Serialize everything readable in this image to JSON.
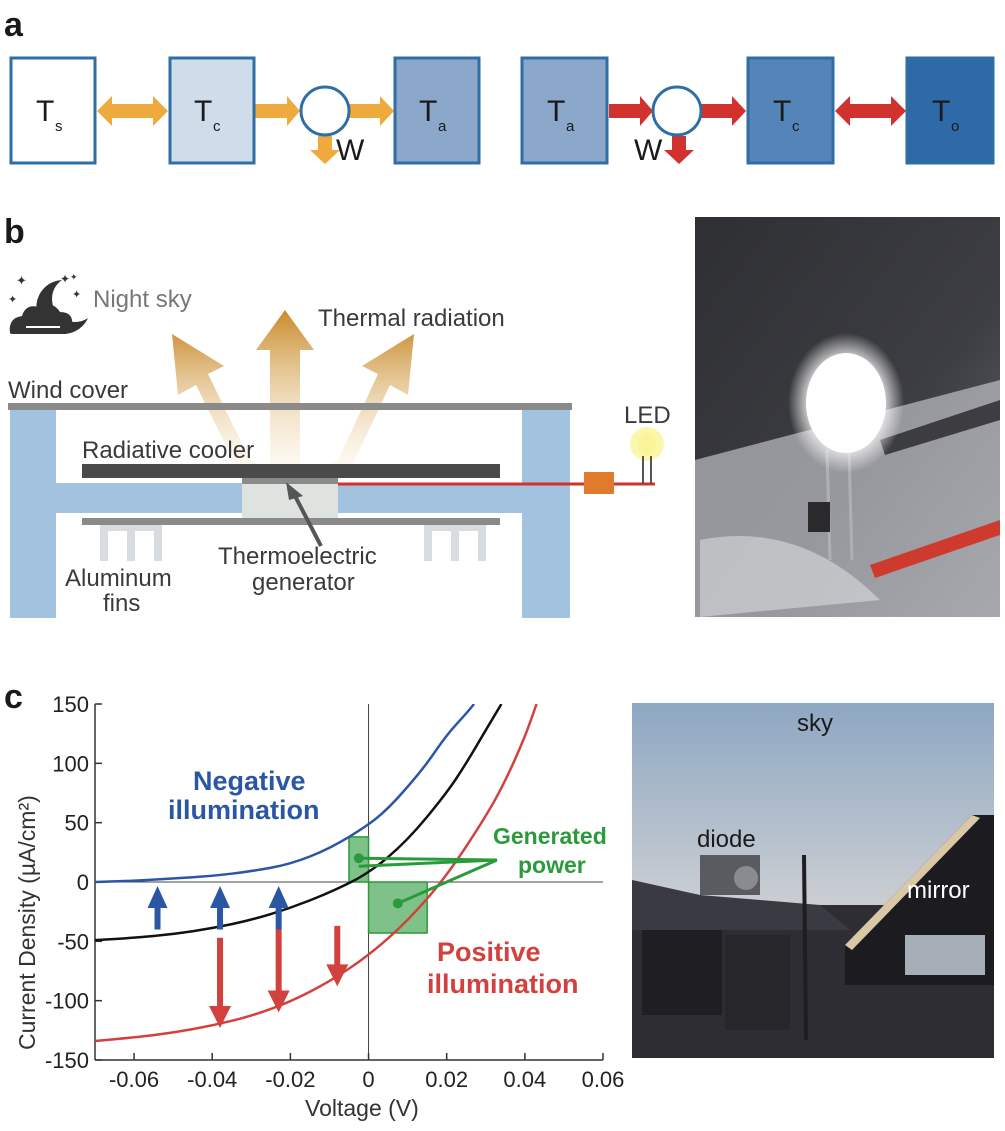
{
  "panels": {
    "a": "a",
    "b": "b",
    "c": "c"
  },
  "panel_a": {
    "blocks_left": [
      {
        "main": "T",
        "sub": "s",
        "fill": "#ffffff"
      },
      {
        "main": "T",
        "sub": "c",
        "fill": "#cfdcea"
      },
      {
        "main": "T",
        "sub": "a",
        "fill": "#8ba7c9"
      }
    ],
    "blocks_right": [
      {
        "main": "T",
        "sub": "a",
        "fill": "#8ba7c9"
      },
      {
        "main": "T",
        "sub": "c",
        "fill": "#5585b8"
      },
      {
        "main": "T",
        "sub": "o",
        "fill": "#2e6aa8"
      }
    ],
    "work_label_left": "W",
    "work_label_right": "W",
    "colors": {
      "outline": "#2f6ea5",
      "arrow_left": "#eeaa3c",
      "arrow_right": "#d2322d"
    }
  },
  "panel_b": {
    "night_sky": "Night sky",
    "thermal_radiation": "Thermal radiation",
    "wind_cover": "Wind cover",
    "radiative_cooler": "Radiative cooler",
    "led": "LED",
    "teg_line1": "Thermoelectric",
    "teg_line2": "generator",
    "fins_line1": "Aluminum",
    "fins_line2": "fins",
    "colors": {
      "frame": "#a3c2df",
      "cover": "#8a8a8a",
      "cooler": "#4a4a4a",
      "wire": "#d2322d",
      "resistor": "#e07a2c",
      "rad_arrow": "#c98a2a"
    }
  },
  "panel_c": {
    "negative_line1": "Negative",
    "negative_line2": "illumination",
    "positive_line1": "Positive",
    "positive_line2": "illumination",
    "generated_line1": "Generated",
    "generated_line2": "power",
    "photo_labels": {
      "sky": "sky",
      "diode": "diode",
      "mirror": "mirror"
    },
    "colors": {
      "negative": "#2a56a3",
      "positive": "#d2413e",
      "generated": "#2a9a3a",
      "dark": "#111111"
    }
  },
  "chart_data": {
    "type": "line",
    "xlabel": "Voltage (V)",
    "ylabel": "Current Density (µA/cm²)",
    "xlim": [
      -0.07,
      0.06
    ],
    "ylim": [
      -150,
      150
    ],
    "xticks": [
      "-0.06",
      "-0.04",
      "-0.02",
      "0",
      "0.02",
      "0.04",
      "0.06"
    ],
    "yticks": [
      "150",
      "100",
      "50",
      "0",
      "-50",
      "-100",
      "-150"
    ],
    "series": [
      {
        "color": "#2a56a3",
        "x": [
          -0.07,
          -0.06,
          -0.05,
          -0.04,
          -0.03,
          -0.02,
          -0.01,
          0,
          0.005,
          0.01,
          0.015,
          0.02,
          0.025,
          0.027
        ],
        "y": [
          0,
          1,
          3,
          5,
          9,
          15,
          28,
          48,
          62,
          80,
          100,
          124,
          142,
          150
        ]
      },
      {
        "color": "#111111",
        "x": [
          -0.07,
          -0.06,
          -0.05,
          -0.04,
          -0.03,
          -0.02,
          -0.01,
          0,
          0.01,
          0.02,
          0.025,
          0.03,
          0.034
        ],
        "y": [
          -49,
          -47,
          -44,
          -39,
          -32,
          -22,
          -9,
          7,
          35,
          75,
          100,
          128,
          150
        ]
      },
      {
        "color": "#d2413e",
        "x": [
          -0.07,
          -0.06,
          -0.05,
          -0.04,
          -0.03,
          -0.02,
          -0.01,
          0,
          0.01,
          0.02,
          0.03,
          0.035,
          0.04,
          0.043
        ],
        "y": [
          -134,
          -131,
          -127,
          -121,
          -113,
          -101,
          -84,
          -62,
          -33,
          5,
          55,
          85,
          122,
          150
        ]
      }
    ],
    "generated_power_rects": [
      {
        "x": [
          -0.005,
          0
        ],
        "y": [
          0,
          38
        ]
      },
      {
        "x": [
          0,
          0.015
        ],
        "y": [
          -43,
          0
        ]
      }
    ],
    "arrows_up": [
      -0.054,
      -0.038,
      -0.023
    ],
    "arrows_down": [
      -0.038,
      -0.023,
      -0.008
    ]
  }
}
